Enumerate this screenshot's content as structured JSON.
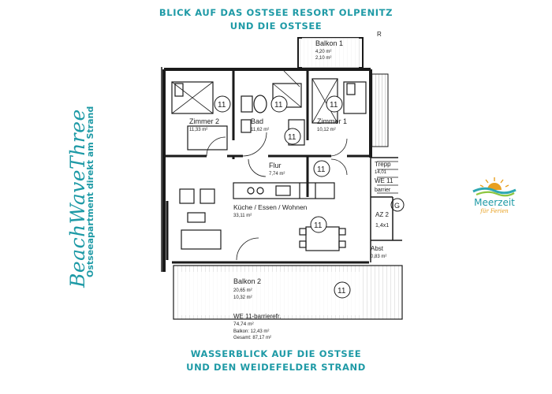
{
  "captions": {
    "top_line1": "BLICK AUF DAS OSTSEE RESORT OLPENITZ",
    "top_line2": "UND DIE OSTSEE",
    "bottom_line1": "WASSERBLICK AUF DIE OSTSEE",
    "bottom_line2": "UND DEN WEIDEFELDER STRAND"
  },
  "branding": {
    "script_name": "BeachWaveThree",
    "subtitle": "Ostseeapartment direkt am Strand",
    "logo_name": "Meerzeit",
    "logo_tagline": "für Ferien"
  },
  "rooms": {
    "balkon1": {
      "name": "Balkon 1",
      "area1": "4,20 m²",
      "area2": "2,10 m²"
    },
    "zimmer2": {
      "name": "Zimmer 2",
      "area": "11,33 m²"
    },
    "bad": {
      "name": "Bad",
      "area": "11,62 m²"
    },
    "zimmer1": {
      "name": "Zimmer 1",
      "area": "10,12 m²"
    },
    "flur": {
      "name": "Flur",
      "area": "7,74 m²"
    },
    "kueche": {
      "name": "Küche / Essen / Wohnen",
      "area": "33,11 m²"
    },
    "balkon2": {
      "name": "Balkon 2",
      "area1": "20,65 m²",
      "area2": "10,32 m²"
    },
    "treppe": {
      "name": "Trepp",
      "area": "14,01",
      "we": "WE 11",
      "we2": "barrier"
    },
    "az": {
      "name": "AZ 2",
      "area": "1,4x1"
    },
    "abst": {
      "name": "Abst",
      "area": "0,83 m²"
    },
    "g_label": "G"
  },
  "unit_tag": "11",
  "summary": {
    "title": "WE 11-barrierefr.",
    "total": "74,74 m²",
    "balkon": "Balkon: 12,43 m²",
    "gesamt": "Gesamt: 87,17 m²"
  },
  "marks": {
    "corner": "R"
  },
  "colors": {
    "accent": "#1e9aa6",
    "wall": "#1a1a1a",
    "logo_orange": "#e8a020"
  }
}
